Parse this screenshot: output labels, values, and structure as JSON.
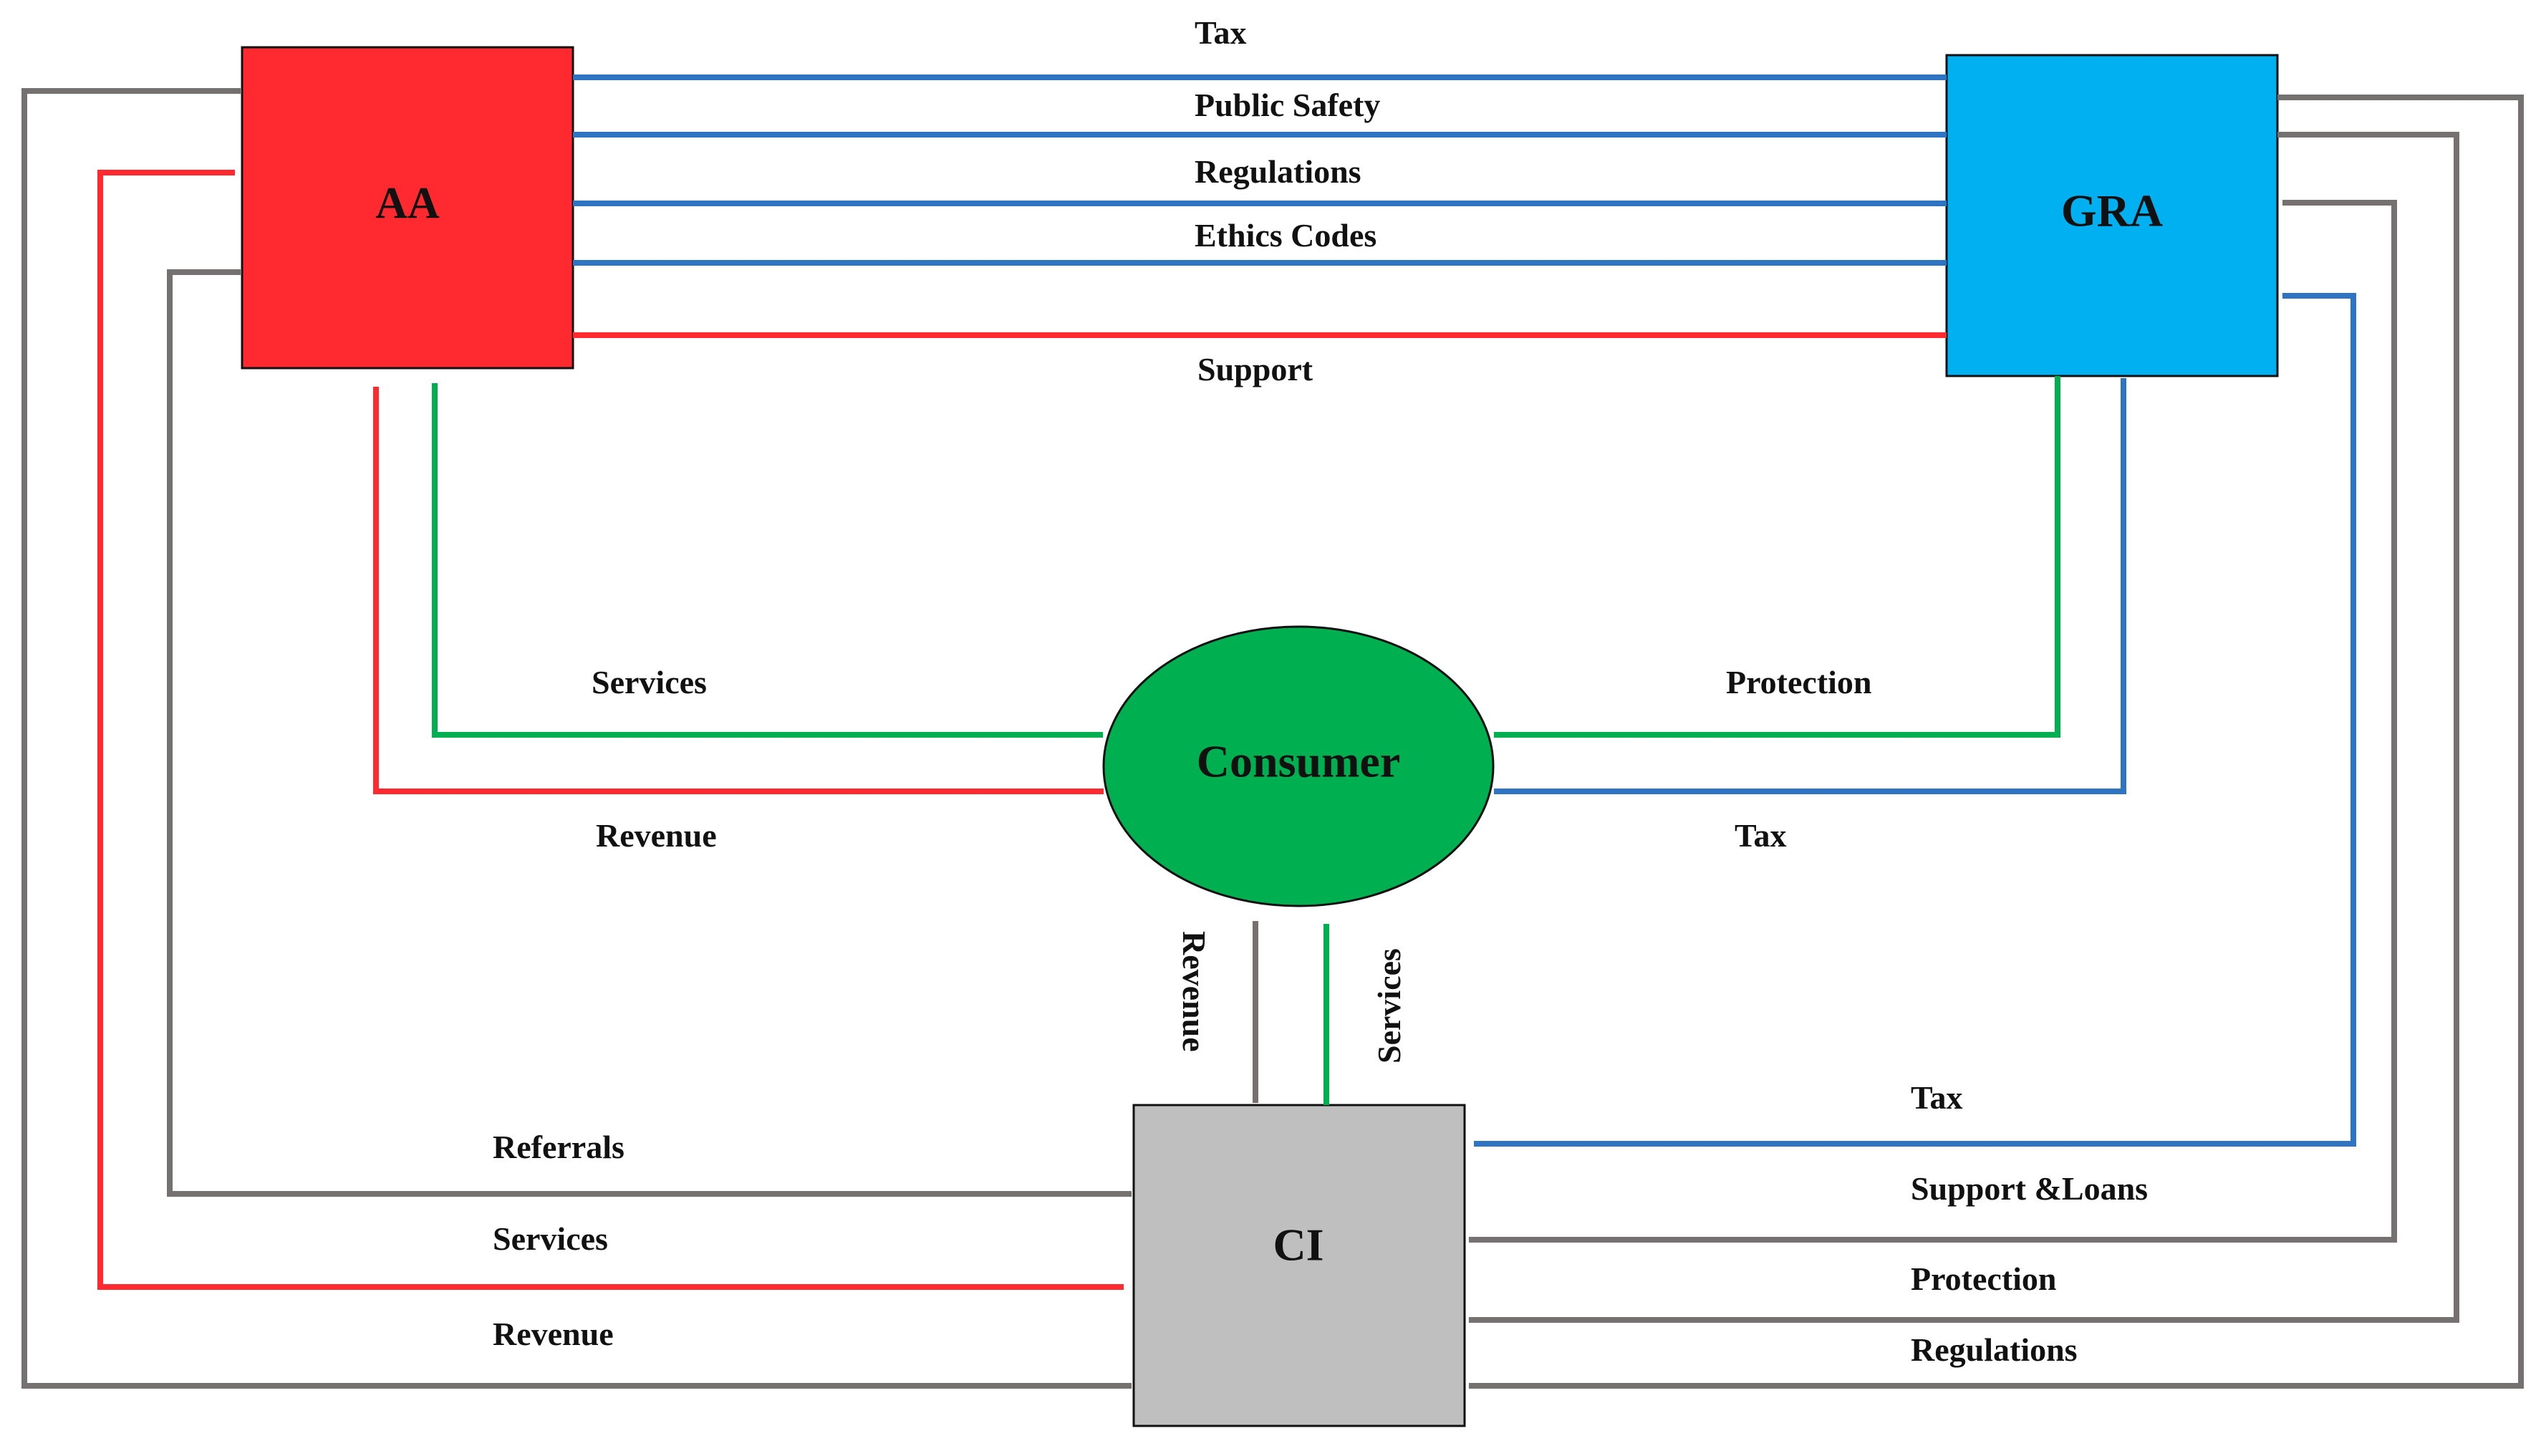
{
  "colors": {
    "aa_fill": "#ff2a2f",
    "gra_fill": "#00b0f0",
    "consumer_fill": "#00b050",
    "ci_fill": "#bfbfbf",
    "blue": "#2f73c3",
    "red": "#ff2a2f",
    "green": "#00b050",
    "gray": "#767171"
  },
  "nodes": {
    "aa": "AA",
    "gra": "GRA",
    "consumer": "Consumer",
    "ci": "CI"
  },
  "edges": {
    "aa_gra_tax": "Tax",
    "aa_gra_public_safety": "Public Safety",
    "aa_gra_regulations": "Regulations",
    "aa_gra_ethics_codes": "Ethics Codes",
    "gra_aa_support": "Support",
    "aa_consumer_services": "Services",
    "consumer_aa_revenue": "Revenue",
    "gra_consumer_protection": "Protection",
    "consumer_gra_tax": "Tax",
    "consumer_ci_revenue": "Revenue",
    "ci_consumer_services": "Services",
    "aa_ci_referrals": "Referrals",
    "ci_aa_services": "Services",
    "aa_ci_revenue": "Revenue",
    "ci_gra_tax": "Tax",
    "gra_ci_support_loans": "Support &Loans",
    "gra_ci_protection": "Protection",
    "gra_ci_regulations": "Regulations"
  }
}
